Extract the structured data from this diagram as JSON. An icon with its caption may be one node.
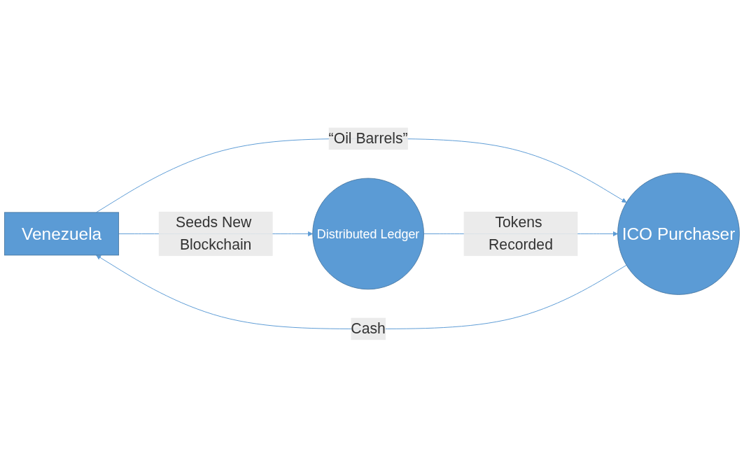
{
  "diagram": {
    "nodes": [
      {
        "text": [
          "Venezuela"
        ]
      },
      {
        "text": [
          "ICO Purchaser"
        ]
      },
      {
        "text": [
          "Distributed Ledger"
        ]
      }
    ],
    "edges": [
      {
        "from": 1,
        "to": 0,
        "arrow": "to",
        "label": "Cash"
      },
      {
        "from": 0,
        "to": 1,
        "arrow": "to",
        "label": "“Oil Barrels”"
      },
      {
        "from": 0,
        "to": 2,
        "arrow": "to",
        "label": "Seeds New Blockchain"
      },
      {
        "from": 2,
        "to": 1,
        "arrow": "to",
        "label": "Tokens Recorded"
      }
    ]
  }
}
